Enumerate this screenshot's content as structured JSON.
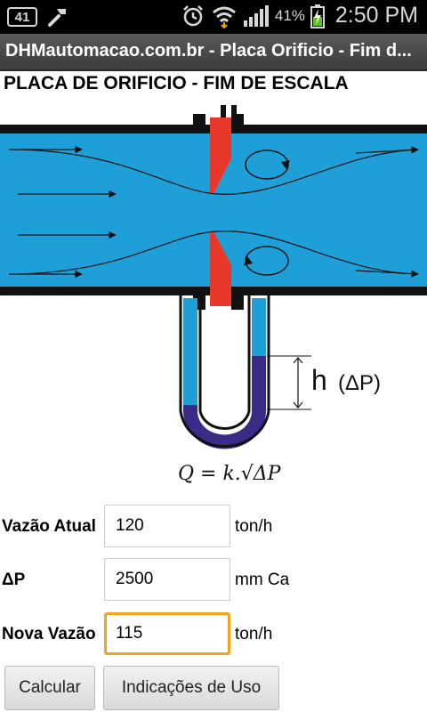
{
  "status_bar": {
    "notification_count": "41",
    "battery_percent": "41%",
    "time": "2:50 PM"
  },
  "app": {
    "window_title": "DHMautomacao.com.br  -  Placa Orificio - Fim d..."
  },
  "page": {
    "title": "PLACA DE ORIFICIO - FIM DE ESCALA",
    "diagram_label_h": "h",
    "diagram_label_dp": "(ΔP)",
    "formula": "Q = k.√ΔP"
  },
  "form": {
    "current_flow": {
      "label": "Vazão Atual",
      "value": "120",
      "unit": "ton/h"
    },
    "delta_p": {
      "label": "ΔP",
      "value": "2500",
      "unit": "mm Ca"
    },
    "new_flow": {
      "label": "Nova Vazão",
      "value": "115",
      "unit": "ton/h"
    }
  },
  "buttons": {
    "calculate": "Calcular",
    "usage_hints": "Indicações de Uso"
  },
  "colors": {
    "pipe": "#1e9fd8",
    "plate": "#e8382c",
    "manometer_liquid": "#3a2b86",
    "focus": "#f7a21b"
  }
}
